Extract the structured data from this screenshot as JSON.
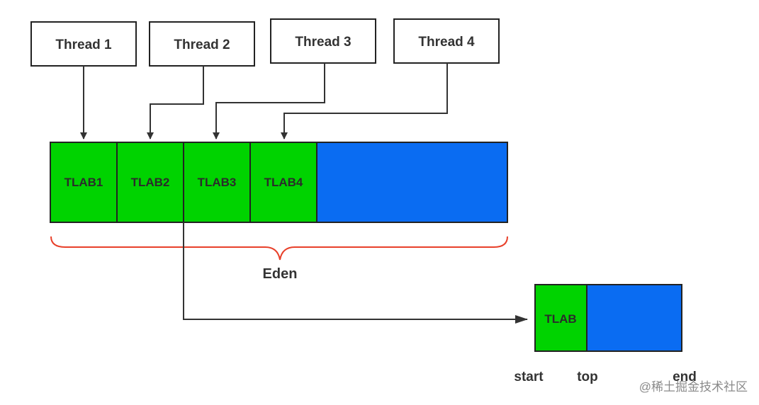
{
  "threads": [
    "Thread 1",
    "Thread 2",
    "Thread 3",
    "Thread 4"
  ],
  "tlabs": [
    "TLAB1",
    "TLAB2",
    "TLAB3",
    "TLAB4"
  ],
  "eden_label": "Eden",
  "detail": {
    "tlab_label": "TLAB",
    "start_label": "start",
    "top_label": "top",
    "end_label": "end"
  },
  "watermark": "@稀土掘金技术社区",
  "colors": {
    "tlab_fill": "#00d300",
    "free_fill": "#0a6cf2",
    "brace": "#e8402a",
    "stroke": "#222222"
  }
}
